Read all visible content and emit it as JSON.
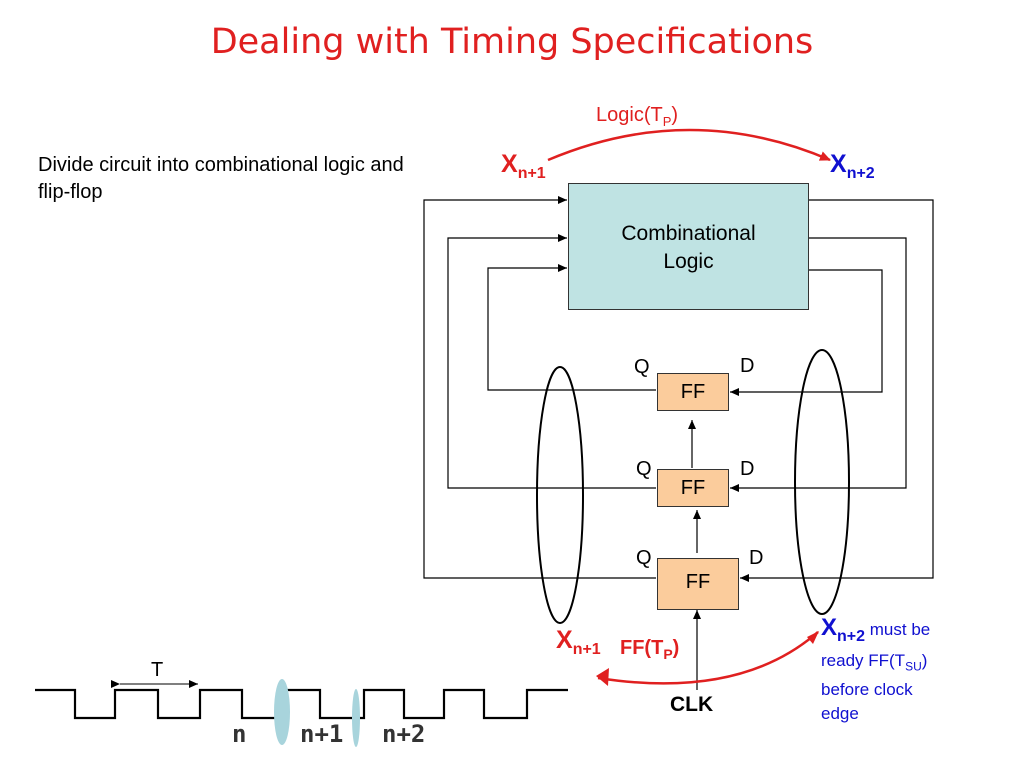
{
  "title": "Dealing with Timing Specifications",
  "intro": "Divide circuit into combinational logic and flip-flop",
  "logic_delay": {
    "text": "Logic(T",
    "sub": "P",
    "close": ")"
  },
  "x_top_left": {
    "base": "X",
    "sub": "n+1"
  },
  "x_top_right": {
    "base": "X",
    "sub": "n+2"
  },
  "combo_block": {
    "line1": "Combinational",
    "line2": "Logic"
  },
  "ff_label": "FF",
  "q_label": "Q",
  "d_label": "D",
  "x_bottom_left": {
    "base": "X",
    "sub": "n+1"
  },
  "ff_delay": {
    "text": "FF(T",
    "sub": "P",
    "close": ")"
  },
  "note": {
    "base": "X",
    "sub": "n+2",
    "text1": " must be",
    "text2": "ready FF(T",
    "sub2": "SU",
    "text3": ")",
    "text4": "before clock",
    "text5": "edge"
  },
  "clk_label": "CLK",
  "timing": {
    "period_label": "T",
    "n": "n",
    "n1": "n+1",
    "n2": "n+2"
  },
  "colors": {
    "title": "#e02020",
    "blue": "#1010d0",
    "logic_fill": "#bfe3e3",
    "ff_fill": "#fbcc9c",
    "marker": "#a8d4dc"
  }
}
